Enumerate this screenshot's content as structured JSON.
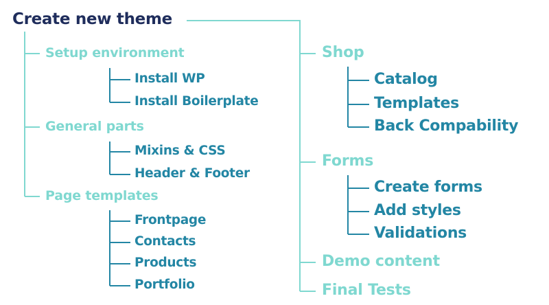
{
  "root": {
    "label": "Create new theme"
  },
  "left_branches": [
    {
      "label": "Setup environment",
      "children": [
        "Install WP",
        "Install Boilerplate"
      ]
    },
    {
      "label": "General parts",
      "children": [
        "Mixins & CSS",
        "Header & Footer"
      ]
    },
    {
      "label": "Page templates",
      "children": [
        "Frontpage",
        "Contacts",
        "Products",
        "Portfolio"
      ]
    }
  ],
  "right_branches": [
    {
      "label": "Shop",
      "children": [
        "Catalog",
        "Templates",
        "Back Compability"
      ]
    },
    {
      "label": "Forms",
      "children": [
        "Create forms",
        "Add styles",
        "Validations"
      ]
    },
    {
      "label": "Demo content",
      "children": []
    },
    {
      "label": "Final Tests",
      "children": []
    }
  ],
  "colors": {
    "root_text": "#1f2d5c",
    "branch_text": "#7fd8d0",
    "leaf_text": "#2386a4",
    "connector_line": "#7fd8d0"
  }
}
